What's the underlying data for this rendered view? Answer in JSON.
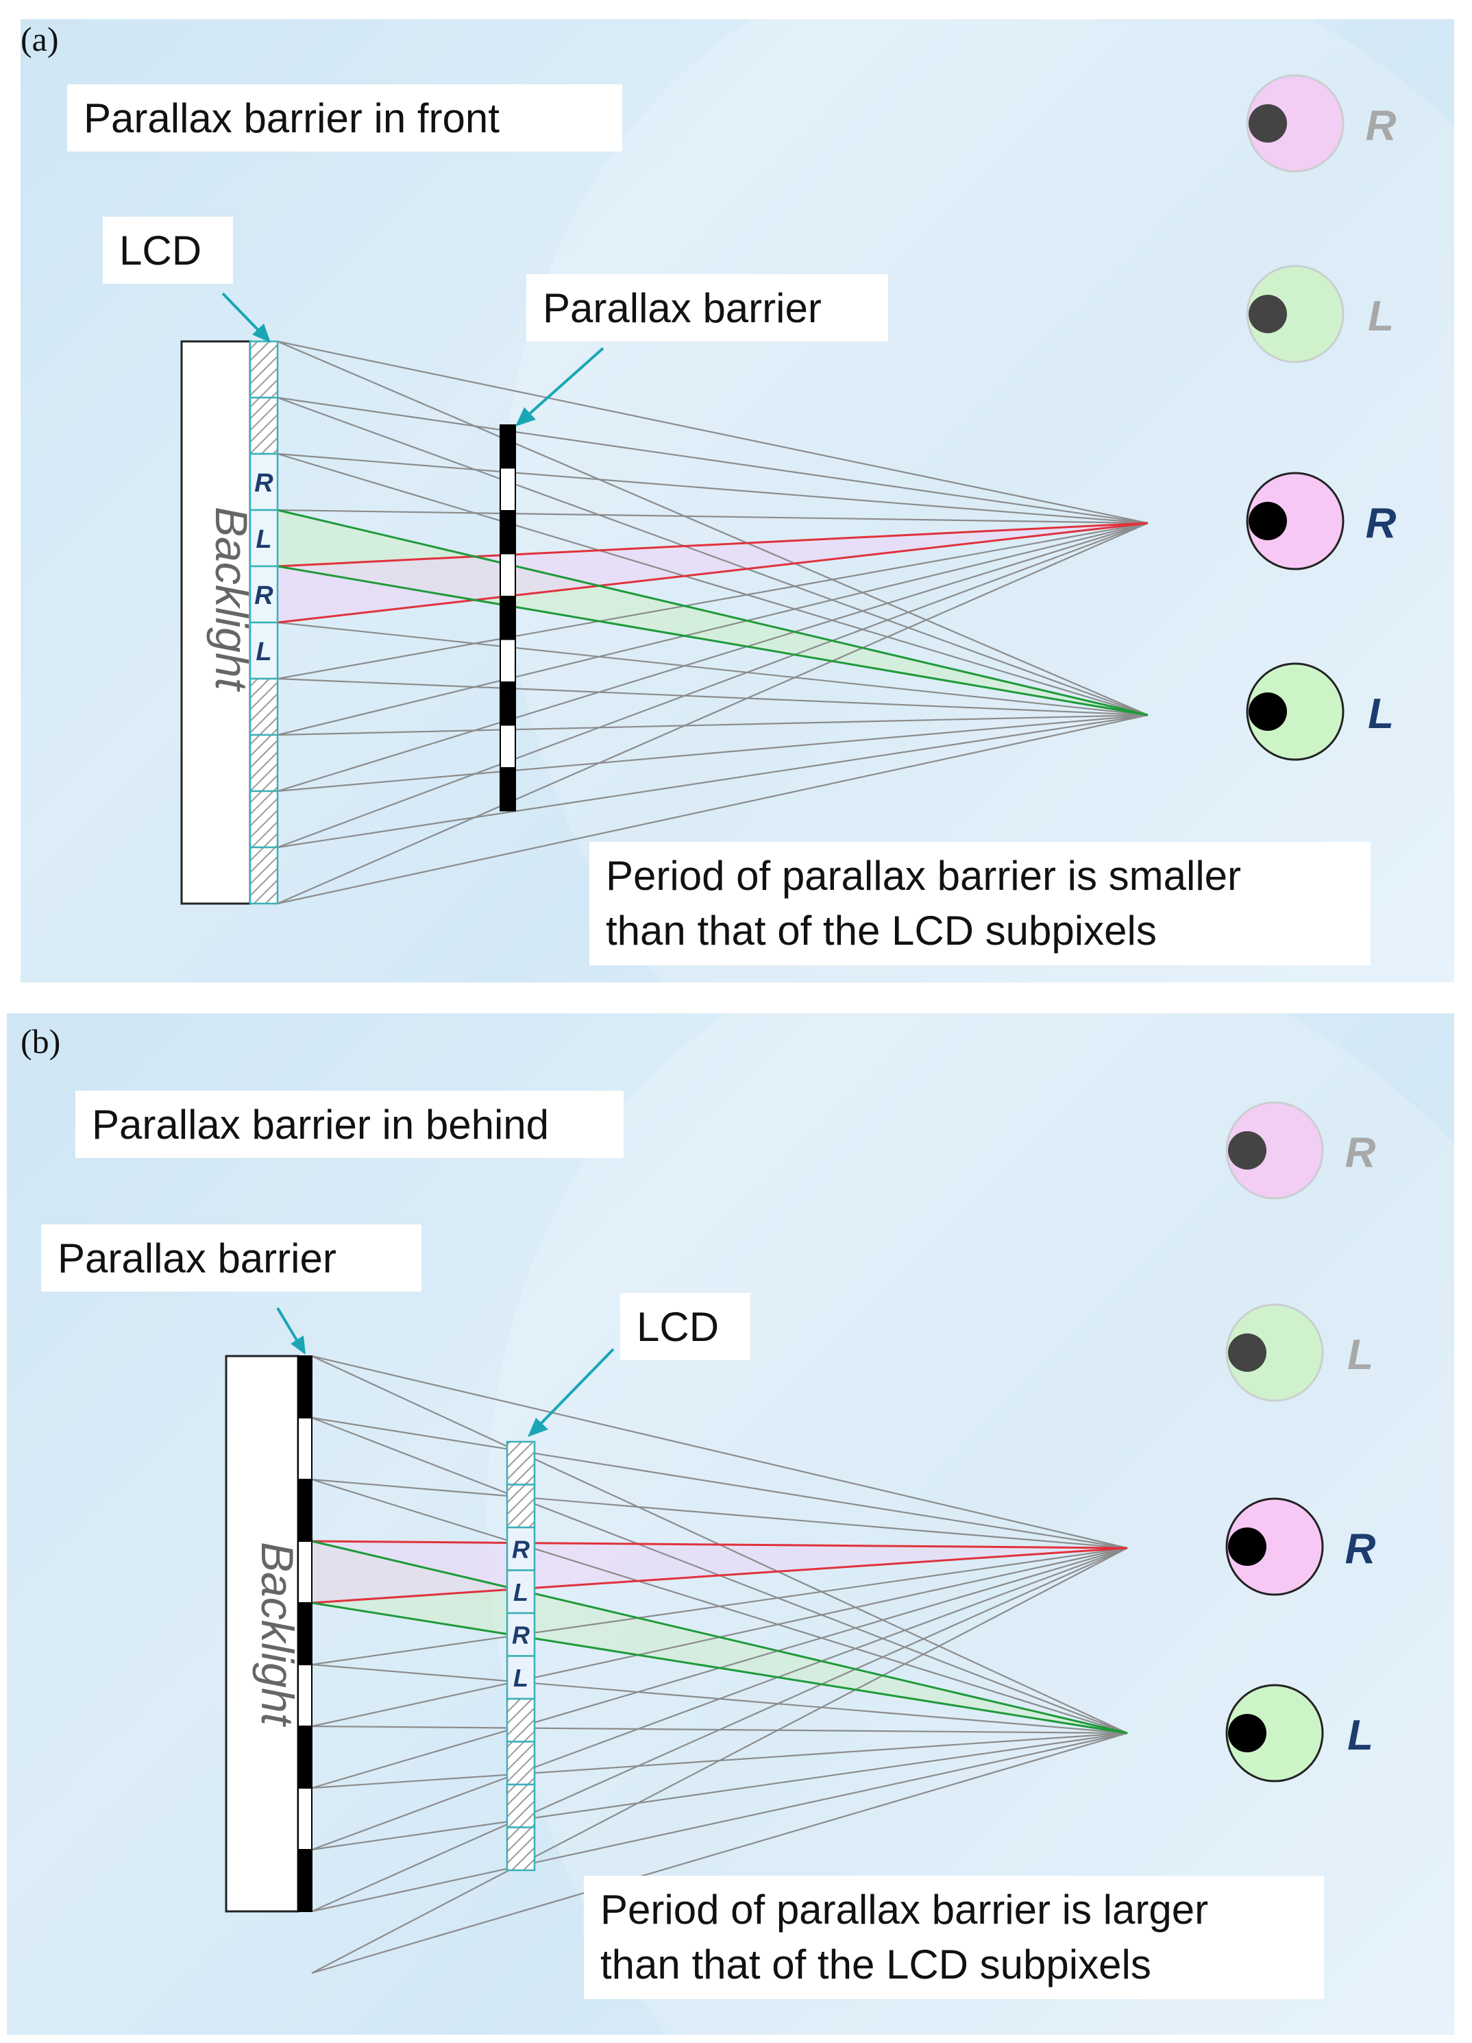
{
  "panels": [
    {
      "label": "(a)",
      "title": "Parallax barrier in front",
      "lcd_label": "LCD",
      "barrier_label": "Parallax barrier",
      "backlight": "Backlight",
      "subpixels": [
        "R",
        "L",
        "R",
        "L"
      ],
      "eyes": [
        "R",
        "L",
        "R",
        "L"
      ],
      "note": [
        "Period of parallax barrier is smaller",
        "than that of the LCD subpixels"
      ]
    },
    {
      "label": "(b)",
      "title": "Parallax barrier in behind",
      "lcd_label": "LCD",
      "barrier_label": "Parallax barrier",
      "backlight": "Backlight",
      "subpixels": [
        "R",
        "L",
        "R",
        "L"
      ],
      "eyes": [
        "R",
        "L",
        "R",
        "L"
      ],
      "note": [
        "Period of parallax barrier is larger",
        "than that of the LCD subpixels"
      ]
    }
  ],
  "colors": {
    "ray_gray": "#8c8c8c",
    "ray_red": "#e0323c",
    "ray_green": "#1f9a3a",
    "arrow": "#1aa6b4",
    "lcd_border": "#3ab0b8",
    "eye_pink": "#f7c8f4",
    "eye_green": "#cdf4c6",
    "eye_tag": "#1d3c6e",
    "eye_tag_faint": "#a8a8a8"
  }
}
